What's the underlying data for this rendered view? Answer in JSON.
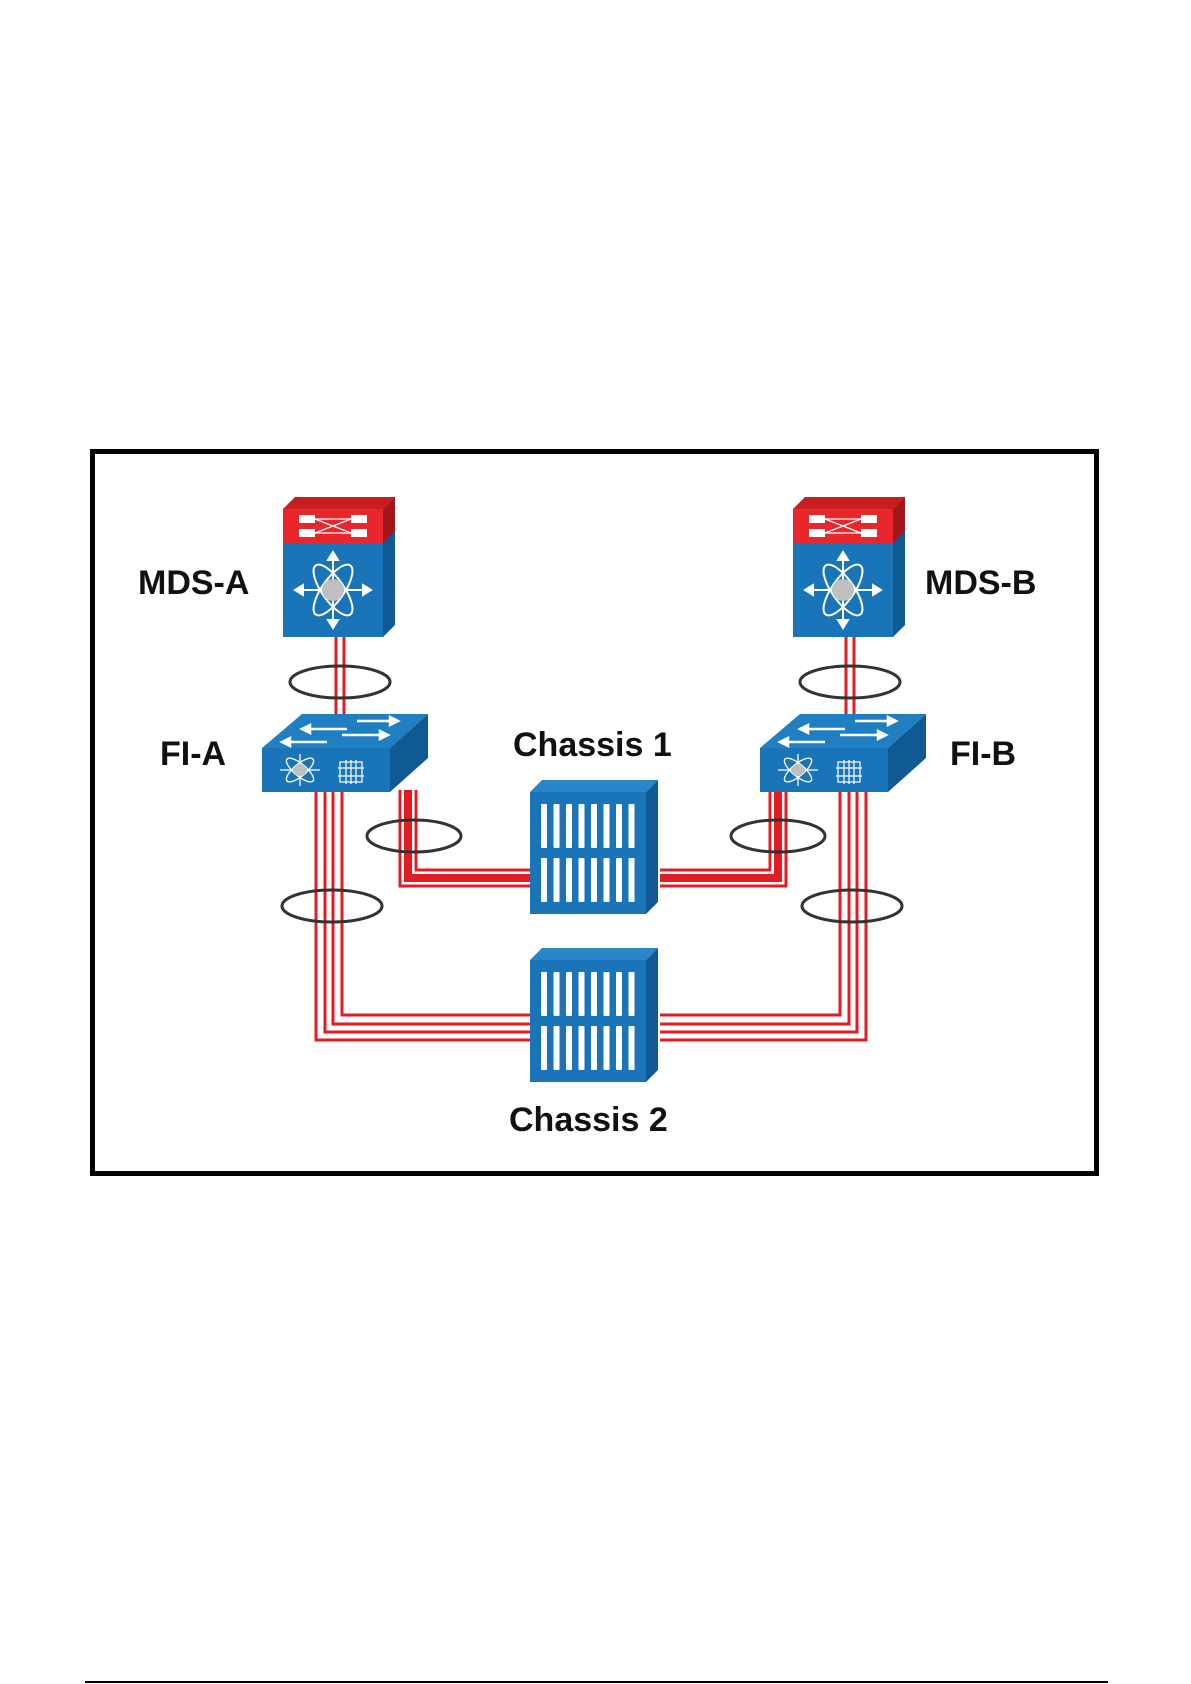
{
  "diagram": {
    "title": "",
    "colors": {
      "frame": "#000000",
      "device_blue": "#1a75b8",
      "device_blue_dark": "#0f5a92",
      "device_blue_light": "#3d94d1",
      "mds_red": "#e8262b",
      "mds_red_dark": "#b51a1e",
      "link_red": "#e31b23",
      "port_channel_ring": "#333333",
      "icon_gray": "#c0c0c0",
      "icon_white": "#ffffff"
    },
    "nodes": [
      {
        "id": "mds-a",
        "label": "MDS-A",
        "type": "mds-switch",
        "icon": "mds-multilayer-switch-icon"
      },
      {
        "id": "mds-b",
        "label": "MDS-B",
        "type": "mds-switch",
        "icon": "mds-multilayer-switch-icon"
      },
      {
        "id": "fi-a",
        "label": "FI-A",
        "type": "fabric-interconnect",
        "icon": "fabric-interconnect-icon"
      },
      {
        "id": "fi-b",
        "label": "FI-B",
        "type": "fabric-interconnect",
        "icon": "fabric-interconnect-icon"
      },
      {
        "id": "chassis-1",
        "label": "Chassis 1",
        "type": "blade-chassis",
        "icon": "blade-chassis-icon"
      },
      {
        "id": "chassis-2",
        "label": "Chassis 2",
        "type": "blade-chassis",
        "icon": "blade-chassis-icon"
      }
    ],
    "links": [
      {
        "from": "mds-a",
        "to": "fi-a",
        "strands": 2,
        "port_channel": true
      },
      {
        "from": "mds-b",
        "to": "fi-b",
        "strands": 2,
        "port_channel": true
      },
      {
        "from": "fi-a",
        "to": "chassis-1",
        "strands": 3,
        "port_channel": true
      },
      {
        "from": "fi-b",
        "to": "chassis-1",
        "strands": 3,
        "port_channel": true
      },
      {
        "from": "fi-a",
        "to": "chassis-2",
        "strands": 4,
        "port_channel": true
      },
      {
        "from": "fi-b",
        "to": "chassis-2",
        "strands": 4,
        "port_channel": true
      }
    ]
  }
}
